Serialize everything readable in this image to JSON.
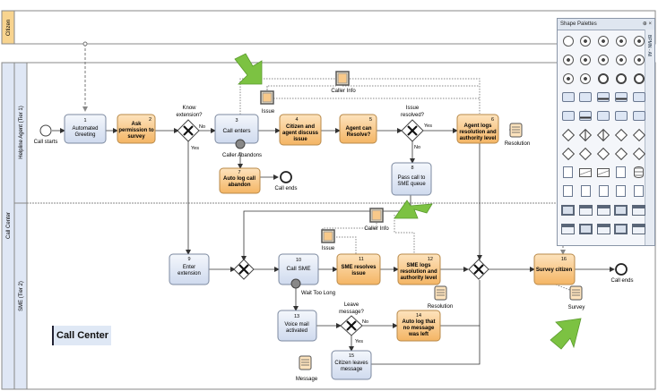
{
  "pools": {
    "citizen": "Citizen",
    "call_center": "Call Center",
    "lane_tier1": "Helpline Agent (Tier 1)",
    "lane_tier2": "SME (Tier 2)"
  },
  "start_event": "Call starts",
  "end_events": {
    "call_ends_1": "Call ends",
    "call_ends_2": "Call ends"
  },
  "tasks": {
    "t1": {
      "num": "1",
      "line1": "Automated",
      "line2": "Greeting"
    },
    "t2": {
      "num": "2",
      "line1": "Ask",
      "line2": "permission to",
      "line3": "survey"
    },
    "t3": {
      "num": "3",
      "line1": "Call enters"
    },
    "t4": {
      "num": "4",
      "line1": "Citizen and",
      "line2": "agent discuss",
      "line3": "issue"
    },
    "t5": {
      "num": "5",
      "line1": "Agent can",
      "line2": "Resolve?"
    },
    "t6": {
      "num": "6",
      "line1": "Agent logs",
      "line2": "resolution and",
      "line3": "authority level"
    },
    "t7": {
      "num": "7",
      "line1": "Auto log call",
      "line2": "abandon"
    },
    "t8": {
      "num": "8",
      "line1": "Pass call to",
      "line2": "SME queue"
    },
    "t9": {
      "num": "9",
      "line1": "Enter",
      "line2": "extension"
    },
    "t10": {
      "num": "10",
      "line1": "Call SME"
    },
    "t11": {
      "num": "11",
      "line1": "SME resolves",
      "line2": "issue"
    },
    "t12": {
      "num": "12",
      "line1": "SME logs",
      "line2": "resolution and",
      "line3": "authority level"
    },
    "t13": {
      "num": "13",
      "line1": "Voice mail",
      "line2": "activated"
    },
    "t14": {
      "num": "14",
      "line1": "Auto log that",
      "line2": "no message",
      "line3": "was left"
    },
    "t15": {
      "num": "15",
      "line1": "Citizen leaves",
      "line2": "message"
    },
    "t16": {
      "num": "16",
      "line1": "Survey citizen"
    }
  },
  "gateways": {
    "g1": {
      "line1": "Know",
      "line2": "extension?",
      "no": "No",
      "yes": "Yes"
    },
    "g2": {
      "line1": "Issue",
      "line2": "resolved?",
      "yes": "Yes",
      "no": "No"
    },
    "g3": {
      "line1": "Leave",
      "line2": "message?",
      "no": "No",
      "yes": "Yes"
    }
  },
  "artifacts": {
    "caller_info_1": "Caller Info",
    "caller_info_2": "Caller Info",
    "issue_1": "Issue",
    "issue_2": "Issue",
    "resolution_1": "Resolution",
    "resolution_2": "Resolution",
    "survey": "Survey",
    "message": "Message"
  },
  "boundary": {
    "caller_abandons": "Caller Abandons",
    "wait_too_long": "Wait Too Long"
  },
  "palette": {
    "title": "Shape Palettes",
    "controls": "⊕ ×",
    "side_tab": "BPMN - All"
  },
  "caption": "Call Center",
  "colors": {
    "task_blue_fill": "#dfe7f5",
    "task_orange_fill": "#f8c98a",
    "task_border": "#7d8aa0",
    "pool_header": "#f8d48f",
    "lane_header": "#dfe7f5",
    "highlight_arrow": "#7cc242"
  }
}
